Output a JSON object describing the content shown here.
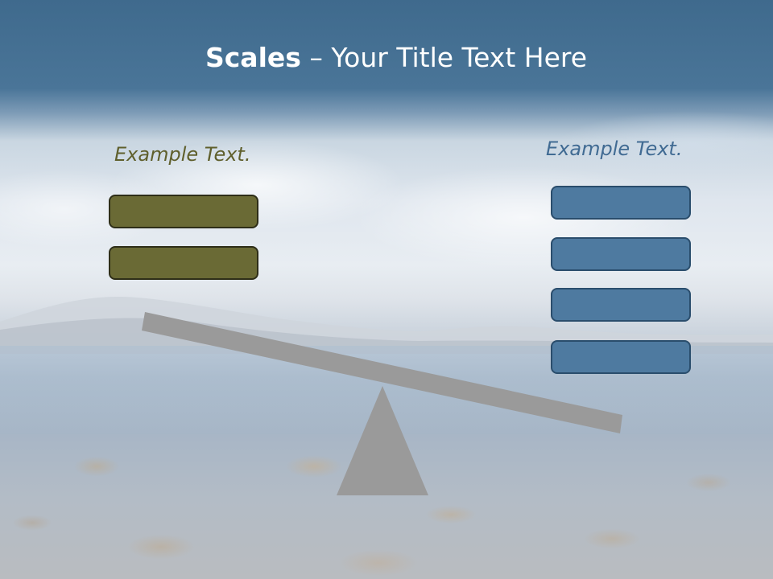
{
  "slide": {
    "title_bold": "Scales",
    "title_rest": " – Your Title Text Here",
    "left_label": "Example Text.",
    "right_label": "Example Text."
  },
  "colors": {
    "title_band": "#4a7598",
    "left_accent": "#6a6a35",
    "right_accent": "#4e7aa0",
    "scale_gray": "#9a9a9a"
  },
  "icons": {
    "beam": "seesaw-beam",
    "fulcrum": "triangle-fulcrum"
  }
}
